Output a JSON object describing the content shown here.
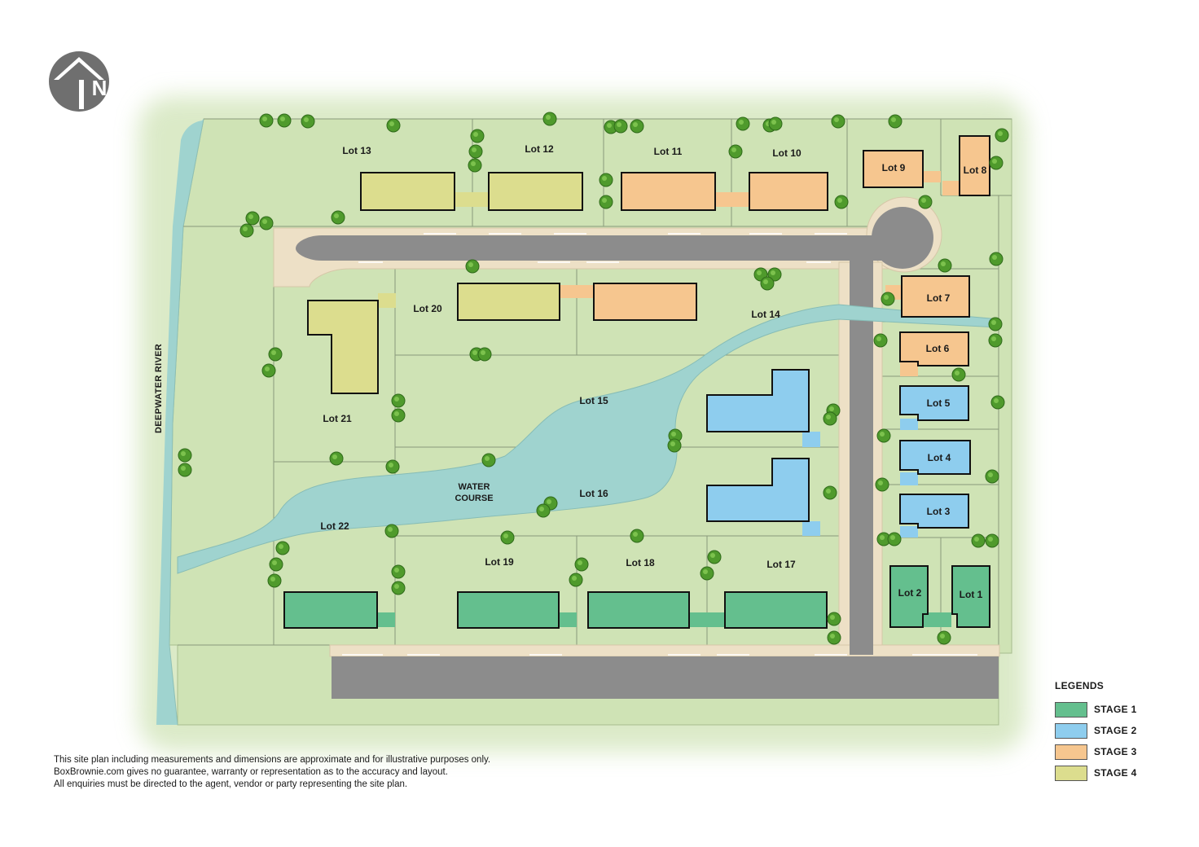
{
  "map": {
    "river_label": "DEEPWATER RIVER",
    "water_label_lines": [
      "WATER",
      "COURSE"
    ],
    "north_label": "N",
    "colors": {
      "grass": "#cfe3b5",
      "grass_edge": "#b7cf9c",
      "water": "#9fd3cf",
      "road": "#8c8c8c",
      "path": "#ede0c6",
      "tree": "#4f9a2c",
      "stage1": "#64bf8e",
      "stage2": "#8ecdee",
      "stage3": "#f6c68f",
      "stage4": "#dcdd8e"
    },
    "lots": [
      {
        "id": "lot-13",
        "label": "Lot 13",
        "stage": 4
      },
      {
        "id": "lot-12",
        "label": "Lot 12",
        "stage": 4
      },
      {
        "id": "lot-11",
        "label": "Lot 11",
        "stage": 3
      },
      {
        "id": "lot-10",
        "label": "Lot 10",
        "stage": 3
      },
      {
        "id": "lot-9",
        "label": "Lot 9",
        "stage": 3
      },
      {
        "id": "lot-8",
        "label": "Lot 8",
        "stage": 3
      },
      {
        "id": "lot-20",
        "label": "Lot 20",
        "stage": 4
      },
      {
        "id": "lot-14",
        "label": "Lot 14",
        "stage": 3
      },
      {
        "id": "lot-7",
        "label": "Lot 7",
        "stage": 3
      },
      {
        "id": "lot-6",
        "label": "Lot 6",
        "stage": 3
      },
      {
        "id": "lot-21",
        "label": "Lot 21",
        "stage": 4
      },
      {
        "id": "lot-15",
        "label": "Lot 15",
        "stage": 2
      },
      {
        "id": "lot-5",
        "label": "Lot 5",
        "stage": 2
      },
      {
        "id": "lot-4",
        "label": "Lot 4",
        "stage": 2
      },
      {
        "id": "lot-16",
        "label": "Lot 16",
        "stage": 2
      },
      {
        "id": "lot-3",
        "label": "Lot 3",
        "stage": 2
      },
      {
        "id": "lot-22",
        "label": "Lot 22",
        "stage": 1
      },
      {
        "id": "lot-19",
        "label": "Lot 19",
        "stage": 1
      },
      {
        "id": "lot-18",
        "label": "Lot 18",
        "stage": 1
      },
      {
        "id": "lot-17",
        "label": "Lot 17",
        "stage": 1
      },
      {
        "id": "lot-2",
        "label": "Lot 2",
        "stage": 1
      },
      {
        "id": "lot-1",
        "label": "Lot 1",
        "stage": 1
      }
    ]
  },
  "legend": {
    "title": "LEGENDS",
    "items": [
      {
        "label": "STAGE 1",
        "color": "#64bf8e"
      },
      {
        "label": "STAGE 2",
        "color": "#8ecdee"
      },
      {
        "label": "STAGE 3",
        "color": "#f6c68f"
      },
      {
        "label": "STAGE 4",
        "color": "#dcdd8e"
      }
    ]
  },
  "disclaimer": {
    "lines": [
      "This site plan including measurements and dimensions are approximate and for illustrative purposes only.",
      "BoxBrownie.com gives no guarantee, warranty or representation as to the accuracy and layout.",
      "All enquiries must be directed to the agent, vendor or party representing the site plan."
    ]
  }
}
